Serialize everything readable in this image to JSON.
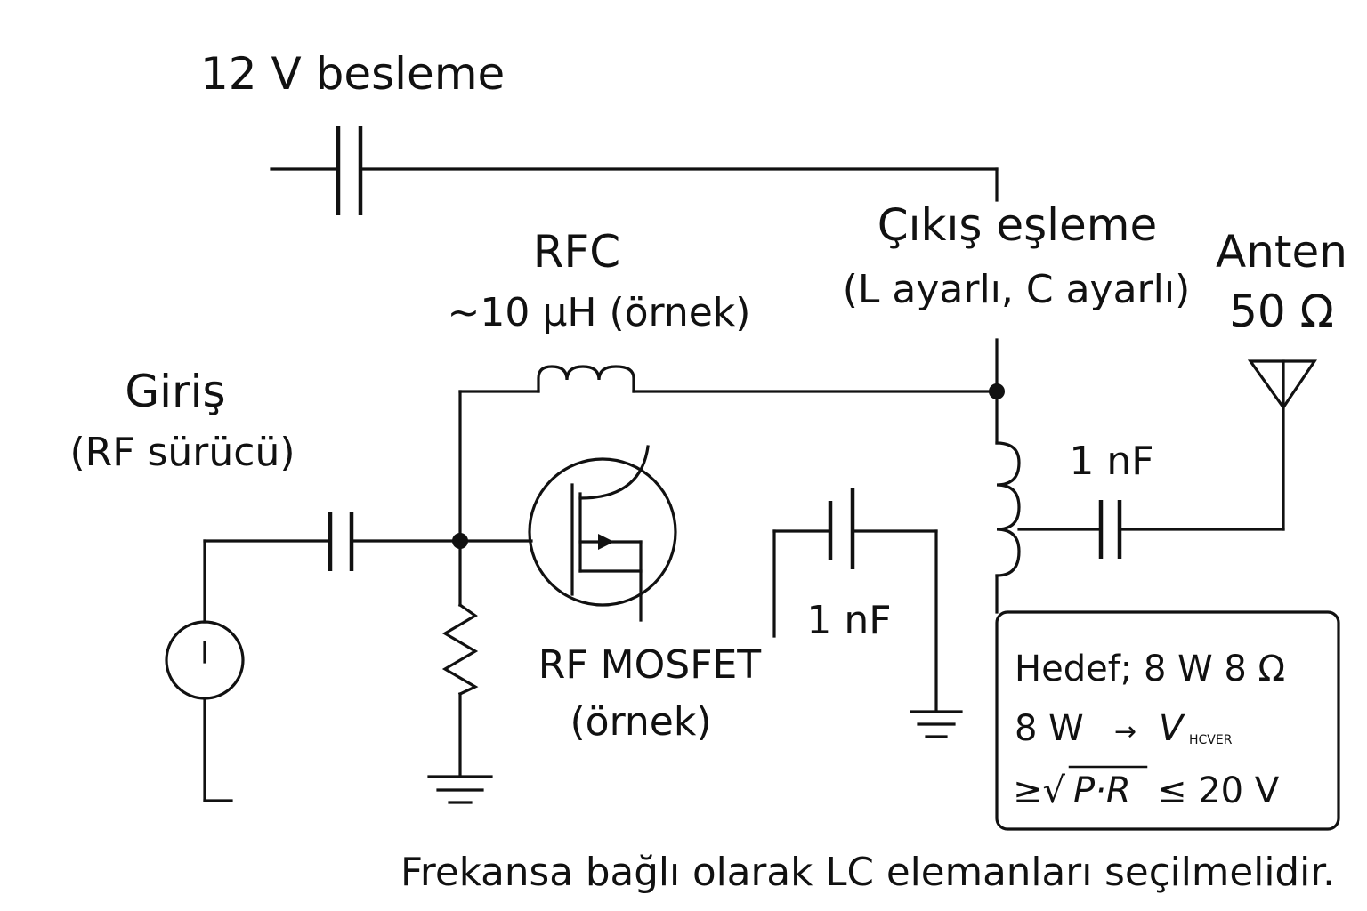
{
  "labels": {
    "supply": "12  V besleme",
    "rfc_title": "RFC",
    "rfc_value": "~10 µH (örnek)",
    "match_title": "Çıkış  eşleme",
    "match_detail": "(L ayarlı, C ayarlı)",
    "antenna_title": "Anten",
    "antenna_impedance": "50 Ω",
    "input_title": "Giriş",
    "input_detail": "(RF sürücü)",
    "cap_output": "1 nF",
    "cap_bypass": "1 nF",
    "mosfet_title": "RF MOSFET",
    "mosfet_detail": "(örnek)",
    "footer": "Frekansa bağlı olarak LC elemanları seçilmelidir."
  },
  "note": {
    "line1": "Hedef; 8 W 8 Ω",
    "line2_main": "8 W",
    "line2_arrow": "→",
    "line2_symbol": "V",
    "line2_sub": "HCVER",
    "line3_prefix": "≥√",
    "line3_radicand": "P·R",
    "line3_suffix": "≤ 20 V"
  },
  "colors": {
    "ink": "#111111",
    "background": "#ffffff"
  }
}
